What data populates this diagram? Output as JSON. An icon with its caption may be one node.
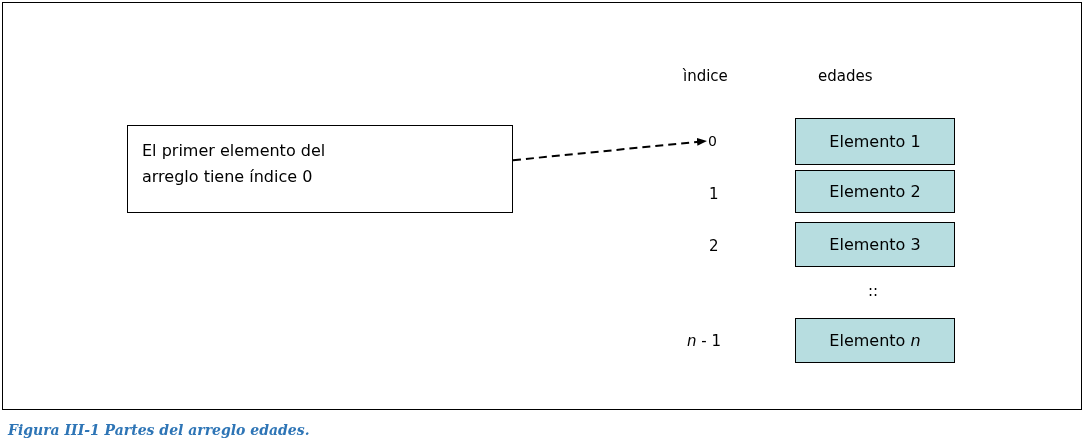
{
  "diagram": {
    "caption": "Figura III-1 Partes del arreglo edades.",
    "nodes": [
      {
        "text": [
          "El primer elemento del arreglo tiene índice 0"
        ]
      },
      {
        "text": [
          "0"
        ]
      },
      {
        "text": [
          "Elemento 1"
        ]
      },
      {
        "text": [
          "Elemento 2"
        ]
      },
      {
        "text": [
          "Elemento 3"
        ]
      },
      {
        "text": [
          "Elemento *n*"
        ]
      }
    ],
    "edges": [
      {
        "from": 0,
        "to": 1,
        "arrow": "to",
        "style": "dashed"
      }
    ],
    "labels": [
      "ìndice",
      "edades",
      "1",
      "2",
      "::",
      "*n* - 1"
    ]
  }
}
